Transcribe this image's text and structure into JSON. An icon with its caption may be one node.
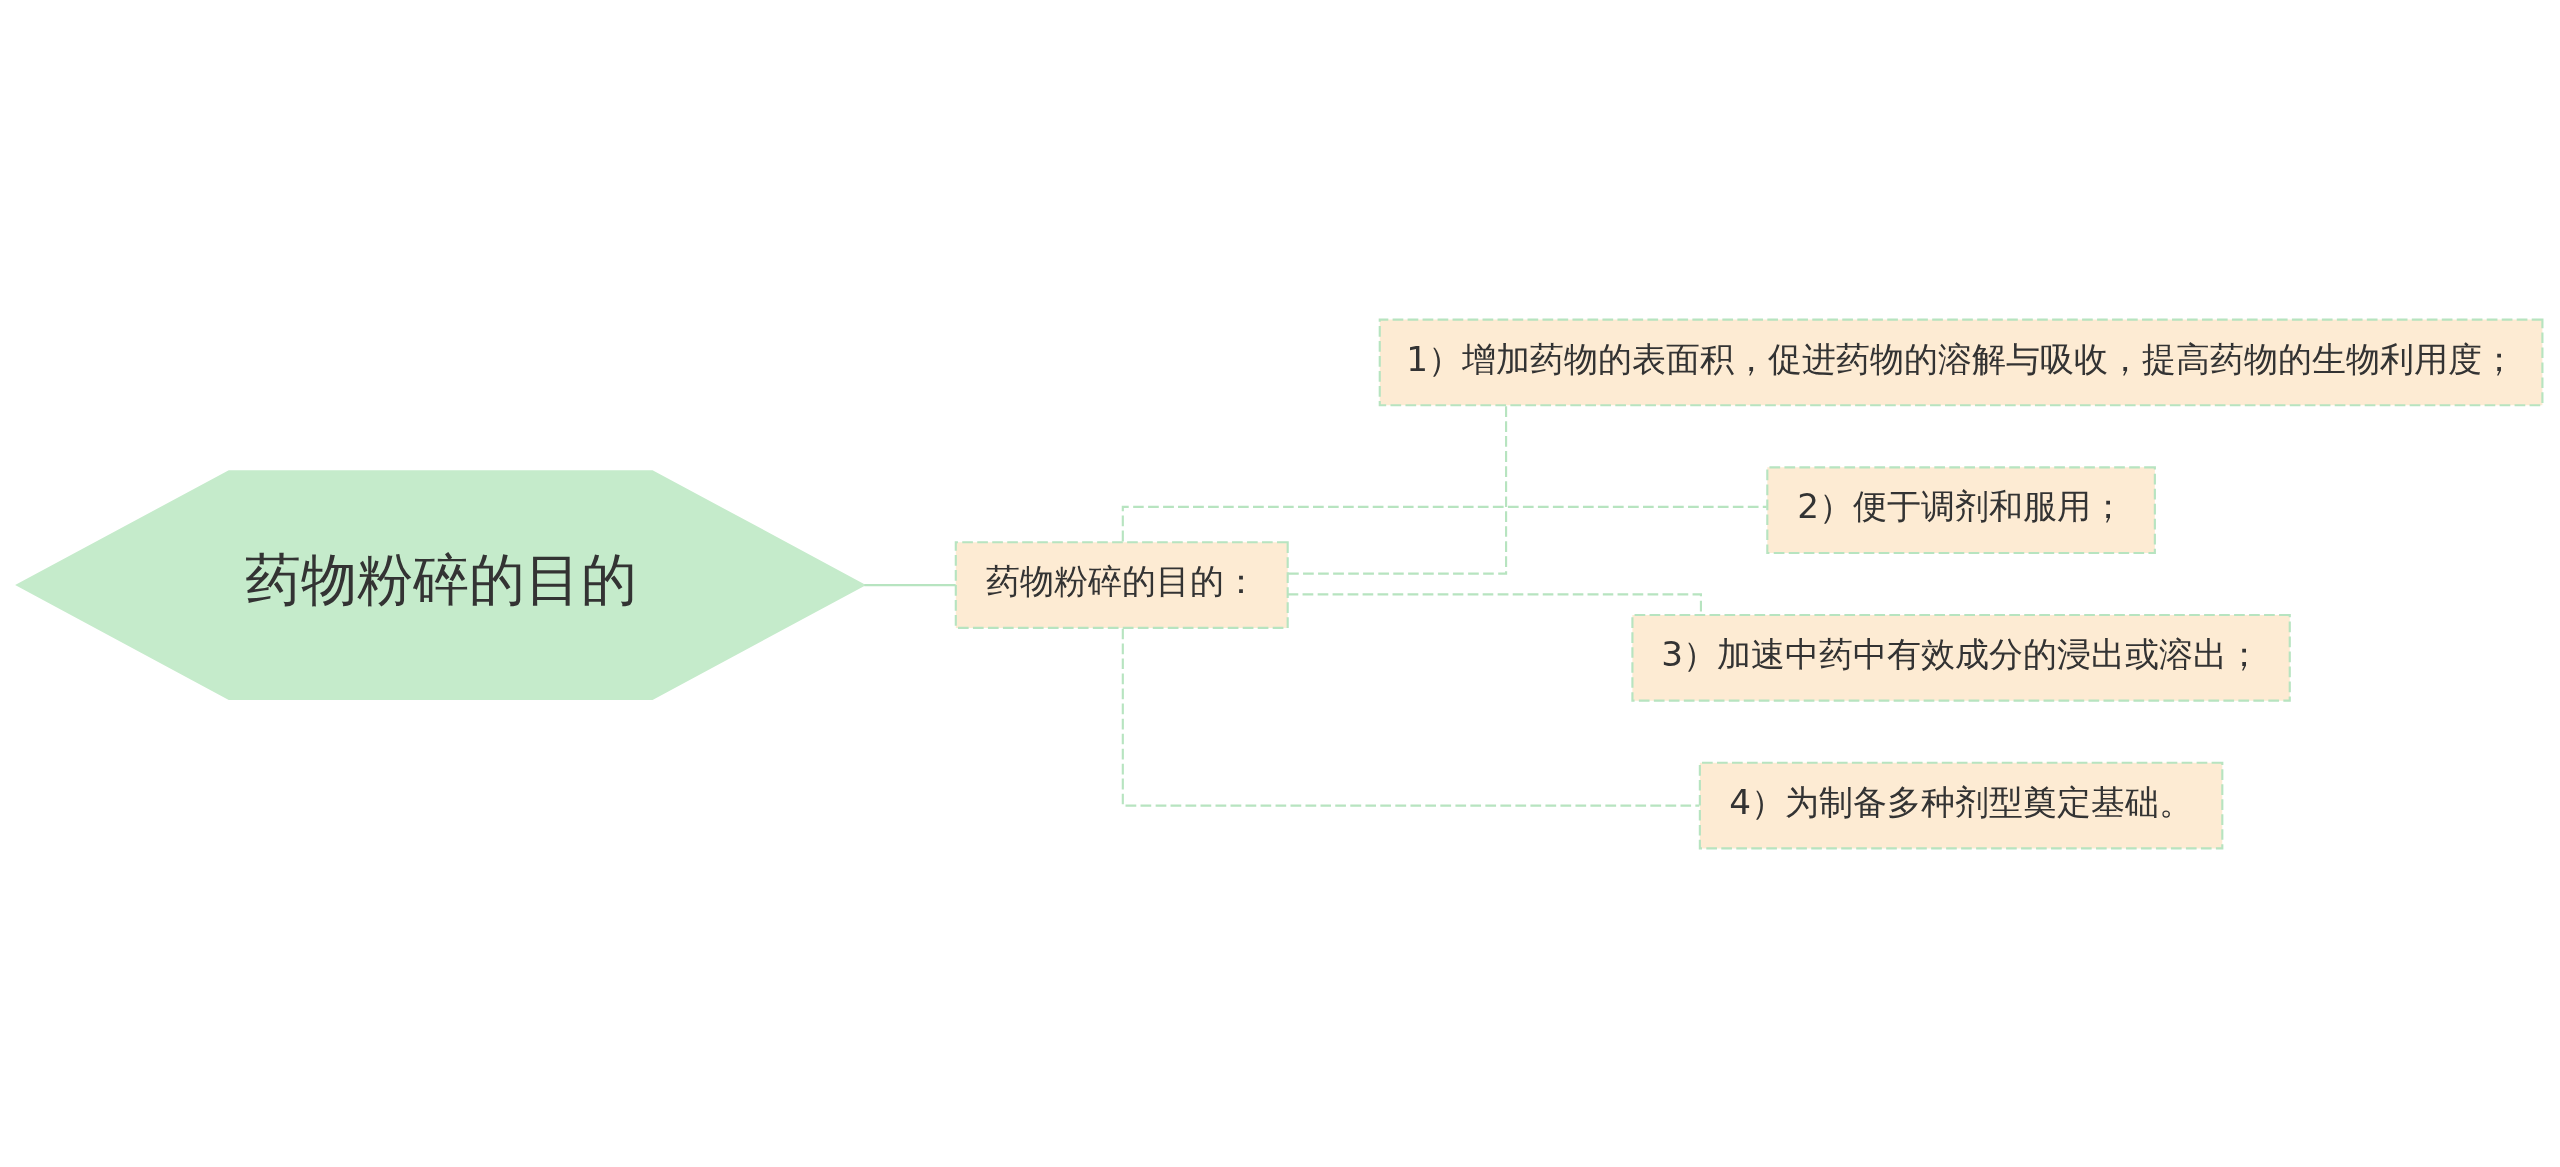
{
  "diagram": {
    "nodes": [
      {
        "text": [
          "药物粉碎的目的"
        ]
      },
      {
        "text": [
          "药物粉碎的目的："
        ]
      },
      {
        "text": [
          "1）增加药物的表面积，促进药物的溶解与吸收，提高药物的生物利用度；"
        ]
      },
      {
        "text": [
          "2）便于调剂和服用；"
        ]
      },
      {
        "text": [
          "3）加速中药中有效成分的浸出或溶出；"
        ]
      },
      {
        "text": [
          "4）为制备多种剂型奠定基础。"
        ]
      }
    ],
    "edges": [
      {
        "from": 0,
        "to": 1,
        "arrow": "none"
      },
      {
        "from": 1,
        "to": 2,
        "arrow": "none",
        "style": "dashed"
      },
      {
        "from": 1,
        "to": 3,
        "arrow": "none",
        "style": "dashed"
      },
      {
        "from": 1,
        "to": 4,
        "arrow": "none",
        "style": "dashed"
      },
      {
        "from": 1,
        "to": 5,
        "arrow": "none",
        "style": "dashed"
      }
    ]
  }
}
